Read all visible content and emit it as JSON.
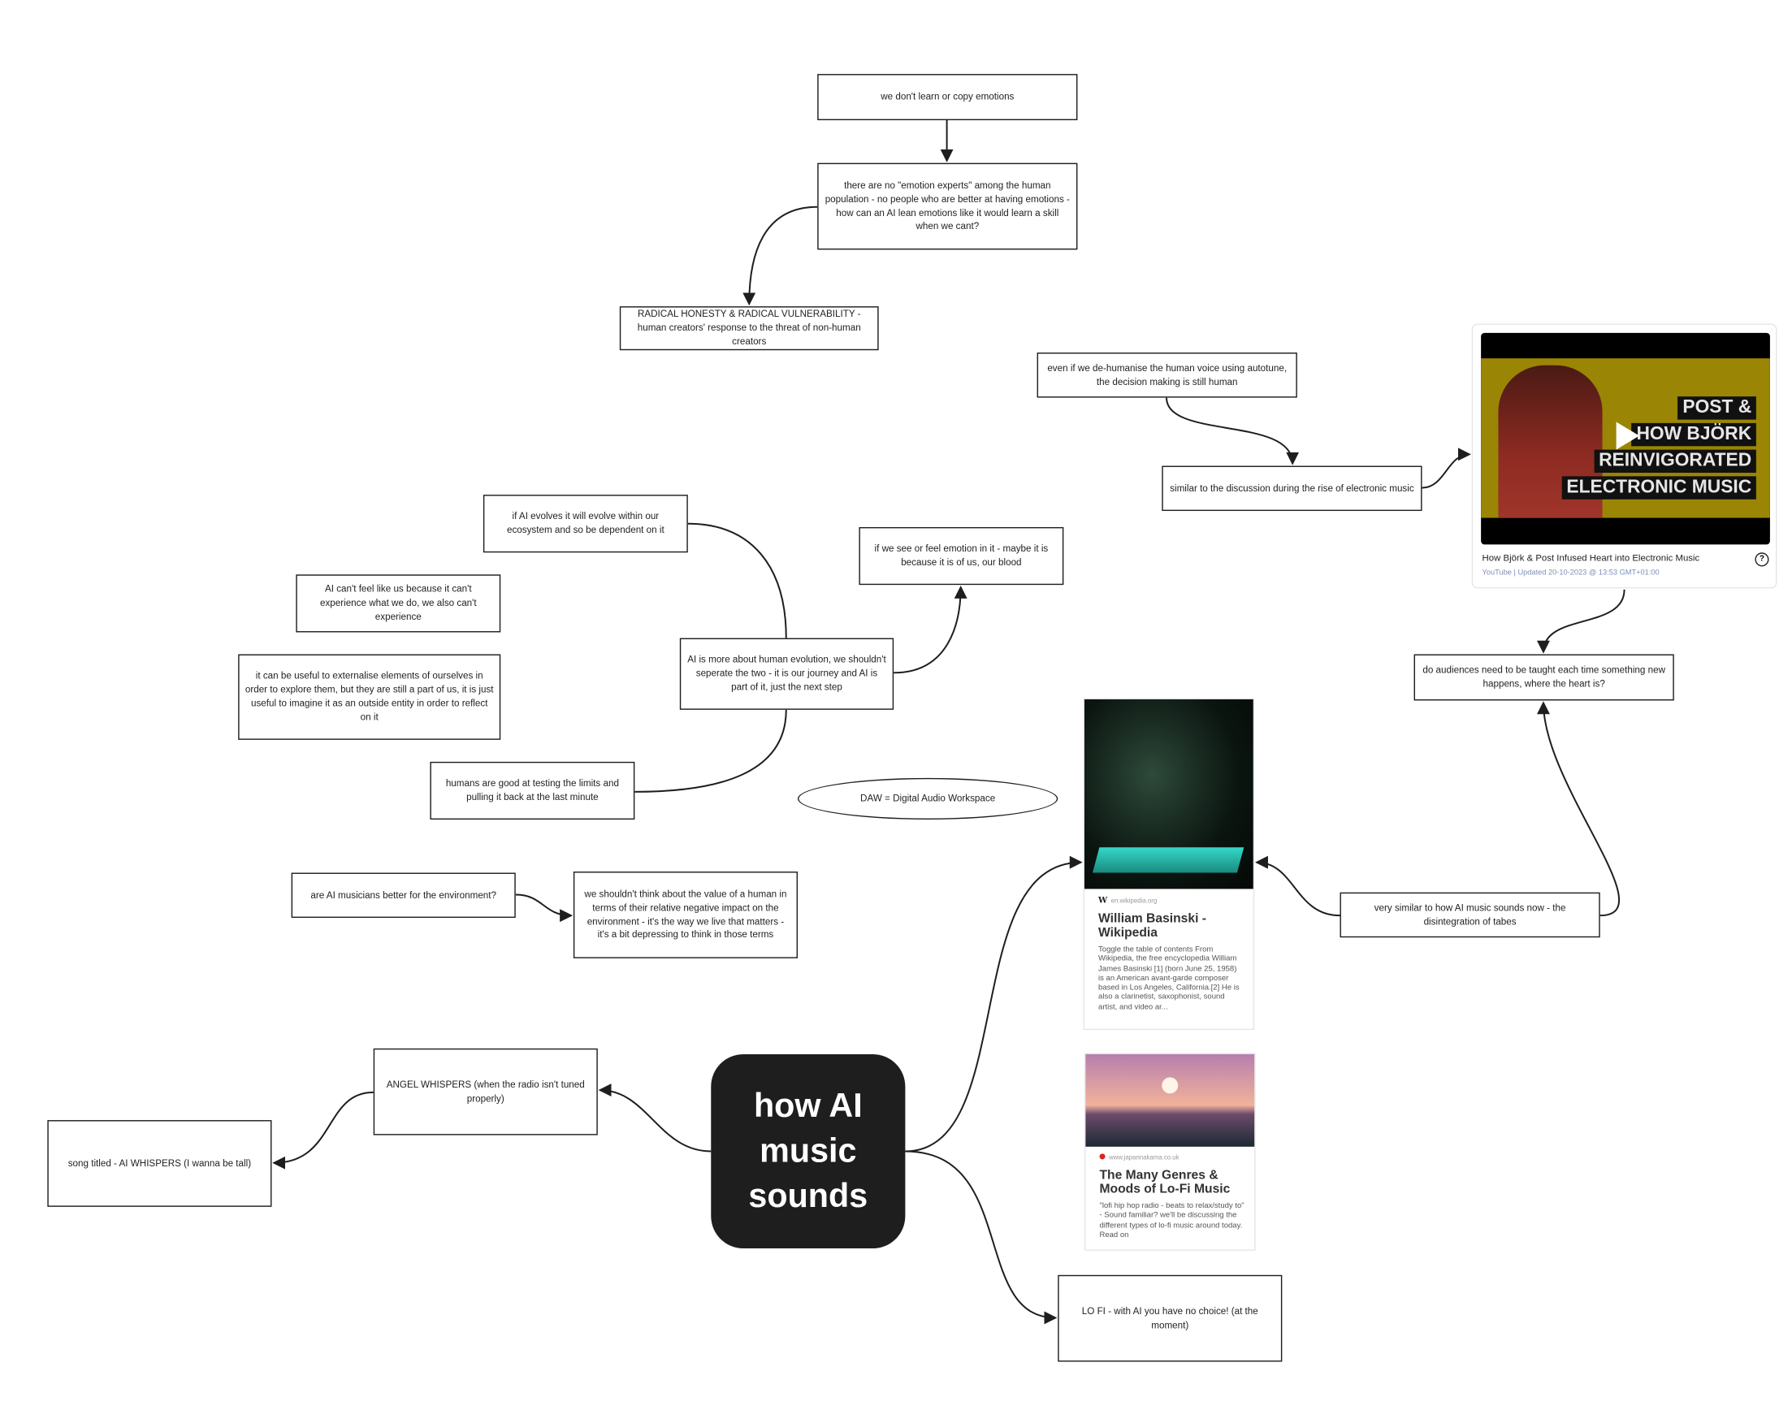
{
  "central": {
    "label": "how AI music sounds"
  },
  "nodes": {
    "emotions_copy": "we don't learn or copy emotions",
    "emotion_experts": "there are no \"emotion experts\" among the human population - no people who are better at having emotions - how can an AI lean emotions like it would learn a skill when we cant?",
    "radical_honesty": "RADICAL HONESTY & RADICAL VULNERABILITY - human creators' response to the threat of non-human creators",
    "autotune": "even if we de-humanise the human voice using autotune, the decision making is still human",
    "electronic_rise": "similar to the discussion during the rise of electronic music",
    "audiences": "do audiences need to be taught each time something new happens, where the heart is?",
    "ai_evolves": "if AI evolves it will evolve within our ecosystem and so be dependent on it",
    "cant_feel": "AI can't feel like us because it can't experience what we do, we also can't experience",
    "externalise": "it can be useful to externalise elements of ourselves in order to explore them, but they are still a part of us, it is just useful to imagine it as an outside entity in order to reflect on it",
    "human_evolution": "AI is more about human evolution, we shouldn't seperate the two - it is our journey and AI is part of it, just the next step",
    "our_blood": "if we see or feel emotion in it - maybe it is because it is of us, our blood",
    "testing_limits": "humans are good at testing the limits and pulling it back at the last minute",
    "daw": "DAW = Digital Audio Workspace",
    "environment_q": "are AI musicians better for the environment?",
    "value_human": "we shouldn't think about the value of a human in terms of their relative negative impact on the environment - it's the way we live that matters - it's a bit depressing to think in those terms",
    "disintegration": "very similar to how AI music sounds now - the disintegration of tabes",
    "angel_whispers": "ANGEL WHISPERS (when the radio isn't tuned properly)",
    "song_titled": "song titled - AI WHISPERS (I wanna be tall)",
    "lofi": "LO FI - with AI you have no choice! (at the moment)"
  },
  "youtube_card": {
    "thumb_lines": [
      "POST &",
      "HOW BJÖRK",
      "REINVIGORATED",
      "ELECTRONIC MUSIC"
    ],
    "title": "How Björk & Post Infused Heart into Electronic Music",
    "source": "YouTube",
    "updated": "Updated 20-10-2023 @ 13:53 GMT+01:00",
    "help_icon": "?"
  },
  "wiki_card": {
    "source": "en.wikipedia.org",
    "logo": "W",
    "title": "William Basinski - Wikipedia",
    "description": "Toggle the table of contents From Wikipedia, the free encyclopedia William James Basinski [1] (born June 25, 1958) is an American avant-garde composer based in Los Angeles, California.[2] He is also a clarinetist, saxophonist, sound artist, and video ar..."
  },
  "lofi_card": {
    "source": "www.japannakama.co.uk",
    "title": "The Many Genres & Moods of Lo-Fi Music",
    "description": "\"lofi hip hop radio - beats to relax/study to\" - Sound familiar? we'll be discussing the different types of lo-fi music around today. Read on"
  }
}
